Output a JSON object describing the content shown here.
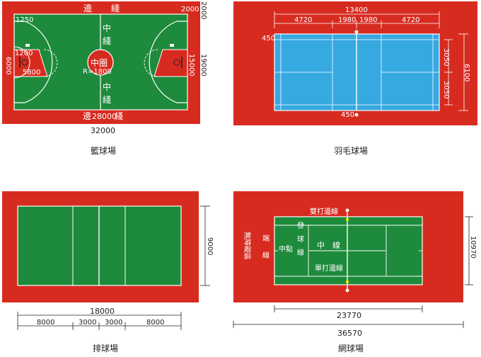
{
  "colors": {
    "surround": "#d72b20",
    "court_green": "#1e8a3b",
    "badminton_blue": "#36a9e1",
    "line": "#ffffff"
  },
  "basketball": {
    "caption": "籃球場",
    "sideline_top_left": "邊",
    "sideline_top_right": "綫",
    "sideline_bottom_left": "邊",
    "sideline_bottom_right": "綫",
    "center_line_top_1": "中",
    "center_line_top_2": "綫",
    "center_line_bottom_1": "中",
    "center_line_bottom_2": "綫",
    "center_circle": "中圈",
    "dim_r1800": "R=1800",
    "dim_2000": "2000",
    "dim_2000_side": "2000",
    "dim_1250": "1250",
    "dim_1200": "1200",
    "dim_5800": "5800",
    "dim_6000": "6000",
    "dim_15000": "15000",
    "dim_19000": "19000",
    "dim_28000": "28000",
    "dim_32000": "32000"
  },
  "badminton": {
    "caption": "羽毛球場",
    "dim_13400": "13400",
    "dim_4720_left": "4720",
    "dim_1980_left": "1980",
    "dim_1980_right": "1980",
    "dim_4720_right": "4720",
    "dim_450_top": "450",
    "dim_450_bottom": "450",
    "dim_3050_top": "3050",
    "dim_3050_bottom": "3050",
    "dim_6100": "6100"
  },
  "volleyball": {
    "caption": "排球場",
    "dim_18000": "18000",
    "dim_8000_left": "8000",
    "dim_3000_left": "3000",
    "dim_3000_right": "3000",
    "dim_8000_right": "8000",
    "dim_9000": "9000"
  },
  "tennis": {
    "caption": "網球場",
    "doubles_sideline": "雙打邊線",
    "singles_sideline": "單打邊線",
    "center_line_1": "中",
    "center_line_2": "線",
    "center_mark": "中點",
    "service_line_1": "發",
    "service_line_2": "球",
    "service_line_3": "線",
    "baseline_1": "端",
    "baseline_2": "線",
    "clear_zone": "無障礙區",
    "dim_23770": "23770",
    "dim_36570": "36570",
    "dim_10970": "10970"
  }
}
